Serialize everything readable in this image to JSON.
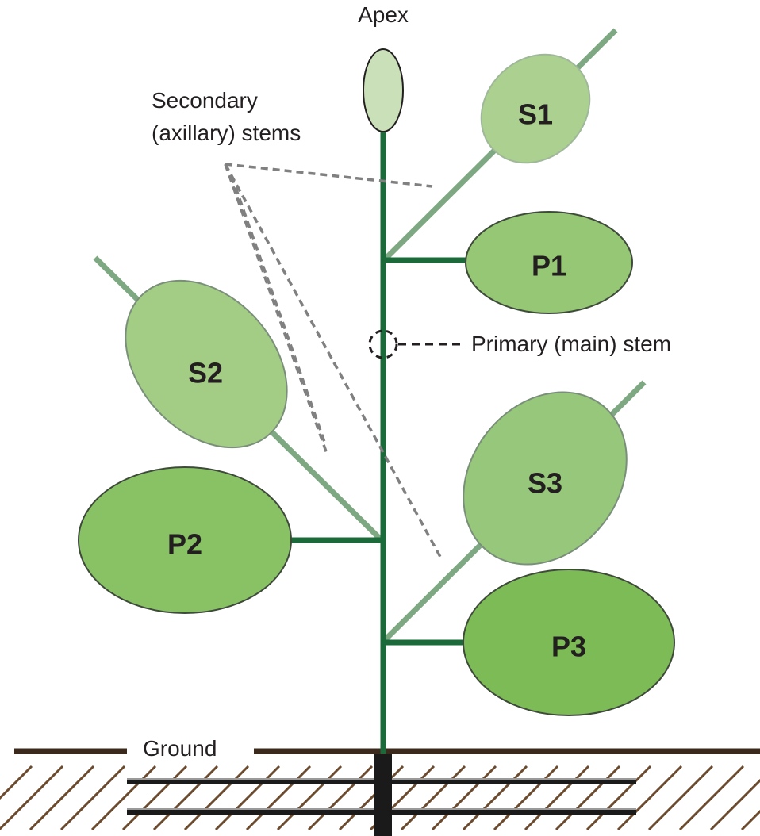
{
  "labels": {
    "apex": "Apex",
    "secondary_line1": "Secondary",
    "secondary_line2": "(axillary) stems",
    "primary": "Primary (main) stem",
    "ground": "Ground"
  },
  "leaves": {
    "s1": "S1",
    "p1": "P1",
    "s2": "S2",
    "p2": "P2",
    "s3": "S3",
    "p3": "P3"
  },
  "colors": {
    "primary_stem": "#1b6b3a",
    "secondary_stem": "#7ea882",
    "apex_fill": "#c9e0b8",
    "leaf_s1": "#acd08f",
    "leaf_s2": "#a3cc85",
    "leaf_s3": "#96c77a",
    "leaf_p1": "#96c774",
    "leaf_p2": "#88c265",
    "leaf_p3": "#7dbb57",
    "ground": "#3b2a1c",
    "soil_hatch": "#6b4a2e",
    "root": "#1a1a1a",
    "dash": "#808080"
  }
}
